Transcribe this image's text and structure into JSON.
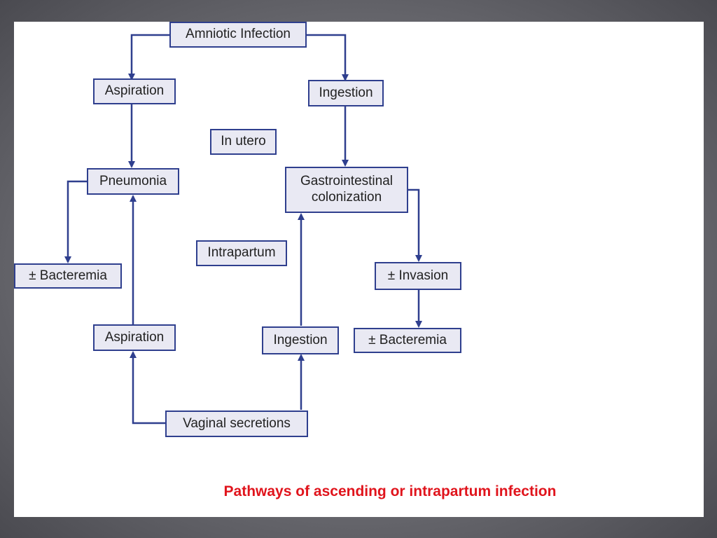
{
  "colors": {
    "box_fill": "#e9e9f3",
    "box_border": "#2f3f8e",
    "arrow": "#2f3f8e",
    "caption": "#e0141c"
  },
  "nodes": {
    "amniotic_infection": "Amniotic Infection",
    "aspiration_top": "Aspiration",
    "ingestion_top": "Ingestion",
    "in_utero": "In utero",
    "pneumonia": "Pneumonia",
    "gi_colonization": "Gastrointestinal\ncolonization",
    "intrapartum": "Intrapartum",
    "bacteremia_left": "± Bacteremia",
    "invasion": "± Invasion",
    "aspiration_bottom": "Aspiration",
    "ingestion_bottom": "Ingestion",
    "bacteremia_right": "± Bacteremia",
    "vaginal_secretions": "Vaginal secretions"
  },
  "caption": "Pathways of ascending or intrapartum infection"
}
